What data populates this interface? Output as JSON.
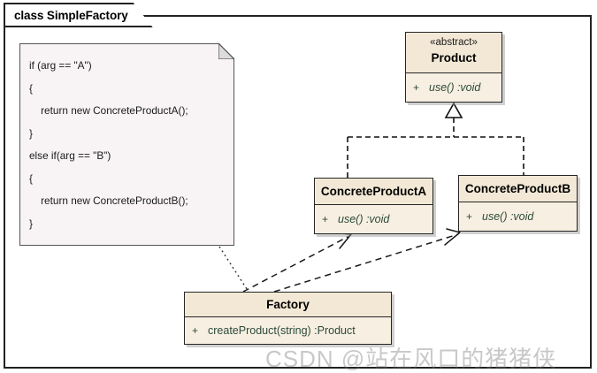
{
  "frame": {
    "tab_label": "class SimpleFactory"
  },
  "note": {
    "name": "code-note",
    "lines": [
      "if (arg == \"A\")",
      "{",
      "    return new ConcreteProductA();",
      "}",
      "else if(arg == \"B\")",
      "{",
      "    return new ConcreteProductB();",
      "}"
    ]
  },
  "classes": {
    "product": {
      "stereotype": "«abstract»",
      "name": "Product",
      "members": [
        {
          "visibility": "+",
          "signature": "use() :void"
        }
      ]
    },
    "concrete_a": {
      "name": "ConcreteProductA",
      "members": [
        {
          "visibility": "+",
          "signature": "use() :void"
        }
      ]
    },
    "concrete_b": {
      "name": "ConcreteProductB",
      "members": [
        {
          "visibility": "+",
          "signature": "use() :void"
        }
      ]
    },
    "factory": {
      "name": "Factory",
      "members": [
        {
          "visibility": "+",
          "signature": "createProduct(string) :Product"
        }
      ]
    }
  },
  "relations": [
    {
      "name": "realization-concrete-a-to-product",
      "type": "realization",
      "from": "ConcreteProductA",
      "to": "Product",
      "line": "dashed",
      "arrowhead": "hollow-triangle"
    },
    {
      "name": "realization-concrete-b-to-product",
      "type": "realization",
      "from": "ConcreteProductB",
      "to": "Product",
      "line": "dashed",
      "arrowhead": "hollow-triangle"
    },
    {
      "name": "dependency-factory-to-concrete-a",
      "type": "dependency",
      "from": "Factory",
      "to": "ConcreteProductA",
      "line": "dashed",
      "arrowhead": "open"
    },
    {
      "name": "dependency-factory-to-concrete-b",
      "type": "dependency",
      "from": "Factory",
      "to": "ConcreteProductB",
      "line": "dashed",
      "arrowhead": "open"
    },
    {
      "name": "note-anchor-factory",
      "type": "note-link",
      "from": "code-note",
      "to": "Factory",
      "line": "dotted",
      "arrowhead": "none"
    }
  ],
  "watermark": {
    "text": "CSDN @站在风口的猪猪侠"
  },
  "colors": {
    "class_fill": "#f2e8d5",
    "class_compartment_fill": "#f7efe1",
    "class_border": "#262626",
    "note_fill": "#f8f4f5",
    "note_border": "#555555",
    "member_text": "#2c4a3b",
    "frame_border": "#222222",
    "background": "#ffffff"
  }
}
